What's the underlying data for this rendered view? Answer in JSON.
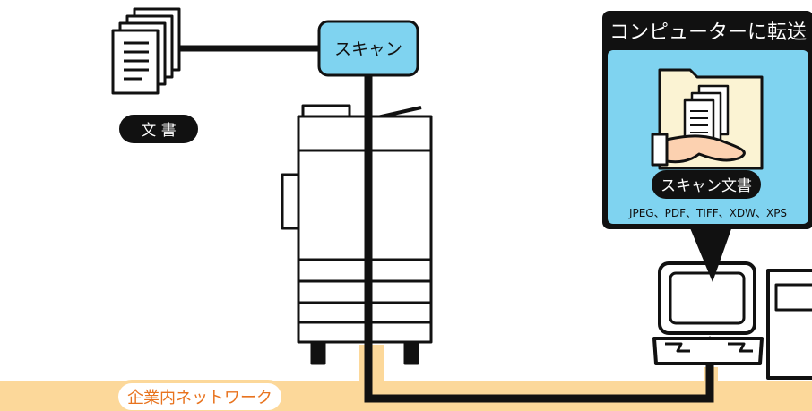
{
  "scan_box": {
    "label": "スキャン"
  },
  "document": {
    "label": "文 書"
  },
  "callout": {
    "title": "コンピューターに転送",
    "badge": "スキャン文書",
    "formats": "JPEG、PDF、TIFF、XDW、XPS"
  },
  "network": {
    "label": "企業内ネットワーク"
  },
  "colors": {
    "network_band": "#fcd89a",
    "network_label": "#e8731e",
    "scan_box_fill": "#7fd3f0",
    "callout_panel": "#7fd3f0",
    "callout_title_bg": "#111111",
    "folder_fill": "#fbf3d3",
    "line": "#111111"
  },
  "icons": [
    "document-stack-icon",
    "multifunction-printer-icon",
    "folder-icon",
    "hand-icon",
    "computer-icon"
  ]
}
